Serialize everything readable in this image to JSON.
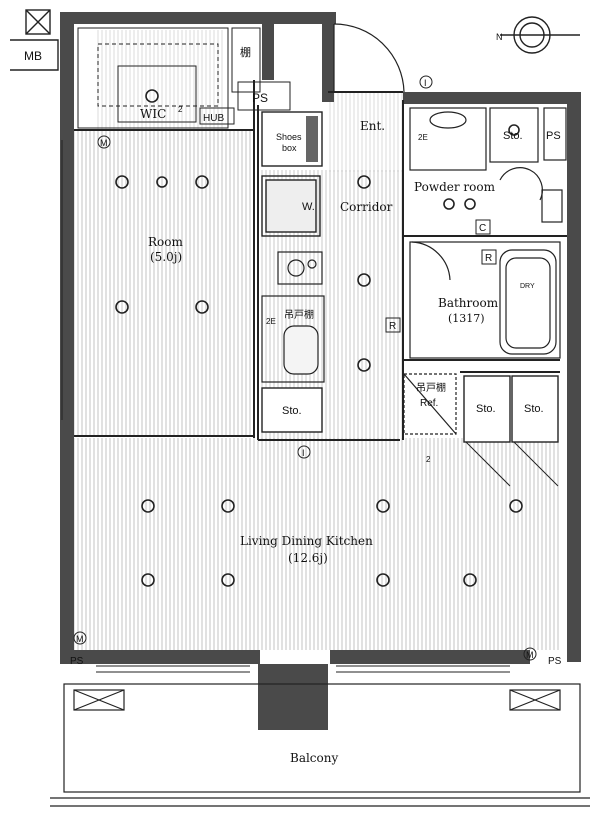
{
  "plan": {
    "rooms": {
      "mb": "MB",
      "wic": "WIC",
      "hub": "HUB",
      "shelf_top": "棚",
      "ps_top": "PS",
      "ent": "Ent.",
      "shoes_box_line1": "Shoes",
      "shoes_box_line2": "box",
      "room": "Room",
      "room_size": "(5.0j)",
      "washer": "W.",
      "corridor": "Corridor",
      "powder_room": "Powder room",
      "sto_powder": "Sto.",
      "ps_right": "PS",
      "bathroom": "Bathroom",
      "bathroom_size": "(1317)",
      "dry": "DRY",
      "hanging_shelf_kitchen": "吊戸棚",
      "sto_kitchen": "Sto.",
      "hanging_shelf_ref": "吊戸棚",
      "ref": "Ref.",
      "sto_hall_1": "Sto.",
      "sto_hall_2": "Sto.",
      "ldk": "Living Dining Kitchen",
      "ldk_size": "(12.6j)",
      "ps_bottom_left": "PS",
      "ps_bottom_right": "PS",
      "balcony": "Balcony"
    },
    "markers": {
      "m": "M",
      "r": "R",
      "c": "C",
      "i": "I",
      "circuit_2": "2",
      "circuit_2e": "2E"
    },
    "compass": {
      "north": "N"
    }
  }
}
